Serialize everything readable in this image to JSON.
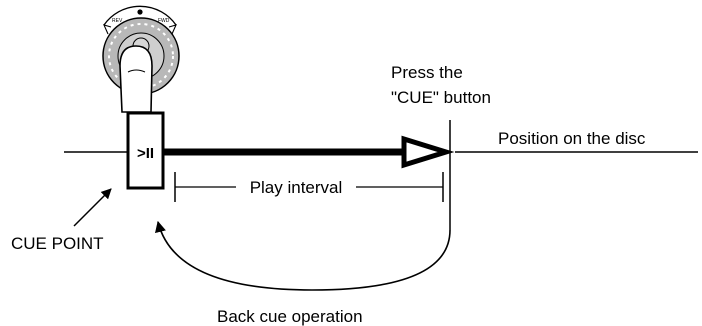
{
  "diagram": {
    "labels": {
      "press_line1": "Press the",
      "press_line2": "\"CUE\" button",
      "position": "Position on the disc",
      "play_interval": "Play interval",
      "cue_point": "CUE POINT",
      "back_cue": "Back cue operation"
    },
    "button": {
      "symbol": ">II"
    },
    "jog_dial": {
      "rev_label": "REV",
      "fwd_label": "FWD"
    },
    "colors": {
      "ink": "#000000",
      "dial_fill": "#b8b8b8",
      "dial_center": "#d6d6d6",
      "background": "#ffffff"
    }
  }
}
